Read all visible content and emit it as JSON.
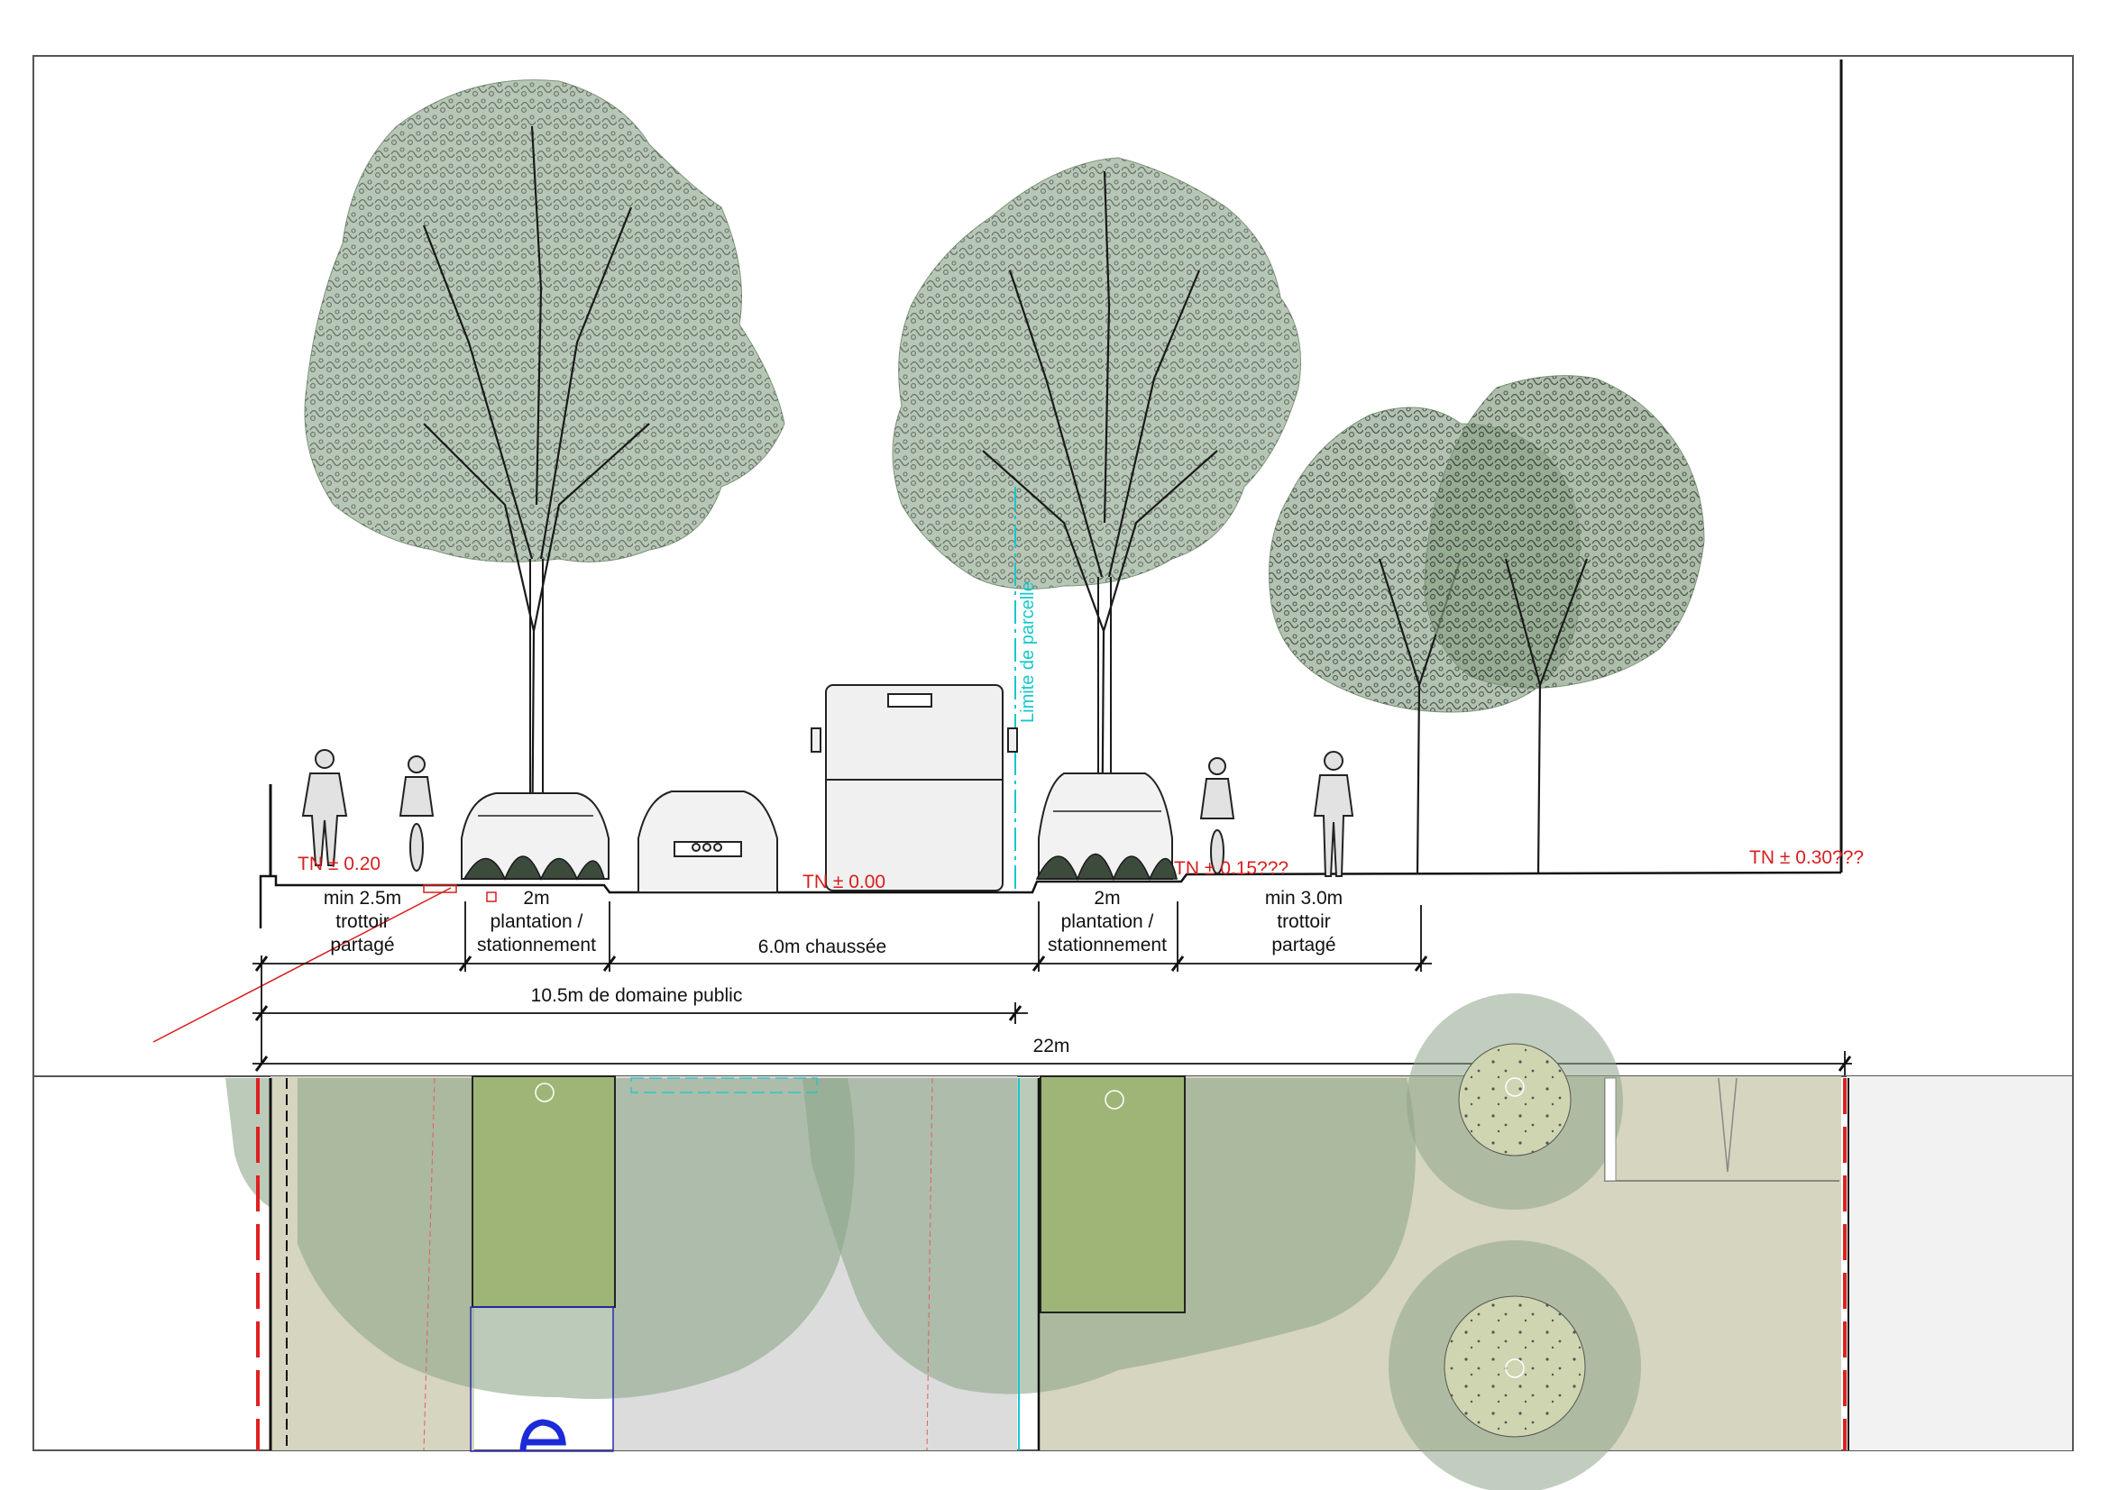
{
  "section": {
    "levels": {
      "left_sidewalk": "TN ± 0.20",
      "road": "TN ± 0.00",
      "right_sidewalk": "TN ± 0.15???",
      "far_right": "TN ± 0.30???"
    },
    "parcel_limit_label": "Limite de parcelle",
    "zones": {
      "left_sidewalk": [
        "min 2.5m",
        "trottoir",
        "partagé"
      ],
      "left_planting": [
        "2m",
        "plantation /",
        "stationnement"
      ],
      "carriageway": "6.0m chaussée",
      "right_planting": [
        "2m",
        "plantation /",
        "stationnement"
      ],
      "right_sidewalk": [
        "min 3.0m",
        "trottoir",
        "partagé"
      ]
    },
    "dimensions": {
      "public_domain": "10.5m de domaine public",
      "total": "22m"
    }
  },
  "colors": {
    "tree_canopy": "#9fb49d",
    "planting_bed": "#9fb577",
    "paving": "#d6d5bf",
    "road": "#dcdcdc",
    "parcel_limit": "#15c8cc",
    "level_text": "#d81e1e"
  },
  "icons": [
    "tree-icon",
    "pedestrian-icon",
    "cyclist-icon",
    "car-icon",
    "bus-icon"
  ]
}
